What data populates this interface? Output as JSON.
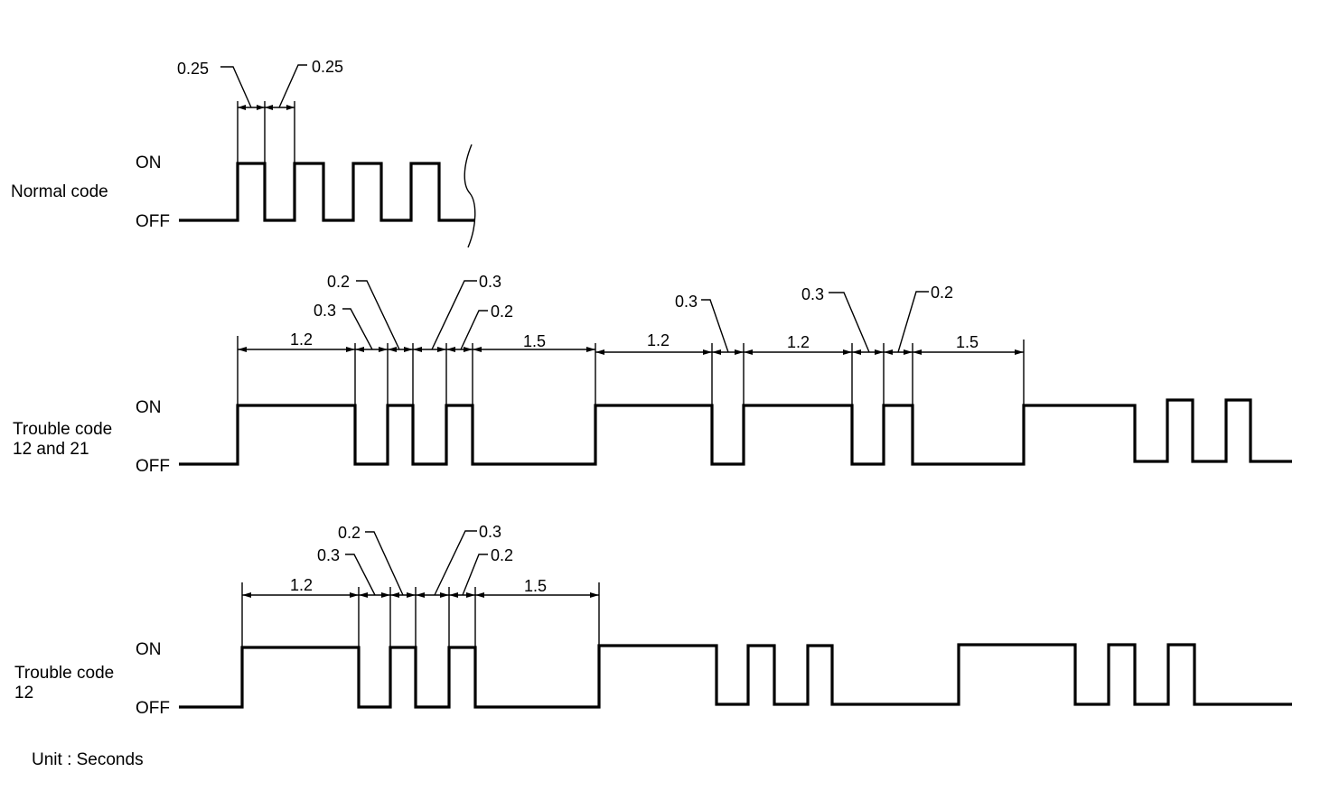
{
  "labels": {
    "on": "ON",
    "off": "OFF",
    "normal": "Normal code",
    "t1_line1": "Trouble code",
    "t1_line2": "12 and 21",
    "t2_line1": "Trouble code",
    "t2_line2": "12",
    "unit": "Unit : Seconds"
  },
  "dims": {
    "n_a": "0.25",
    "n_b": "0.25",
    "t1_12": "1.2",
    "t1_03a": "0.3",
    "t1_02a": "0.2",
    "t1_03b": "0.3",
    "t1_02b": "0.2",
    "t1_15a": "1.5",
    "t1_12b": "1.2",
    "t1_03c": "0.3",
    "t1_12c": "1.2",
    "t1_03d": "0.3",
    "t1_02c": "0.2",
    "t1_15b": "1.5",
    "t2_12": "1.2",
    "t2_03a": "0.3",
    "t2_02a": "0.2",
    "t2_03b": "0.3",
    "t2_02b": "0.2",
    "t2_15": "1.5"
  }
}
